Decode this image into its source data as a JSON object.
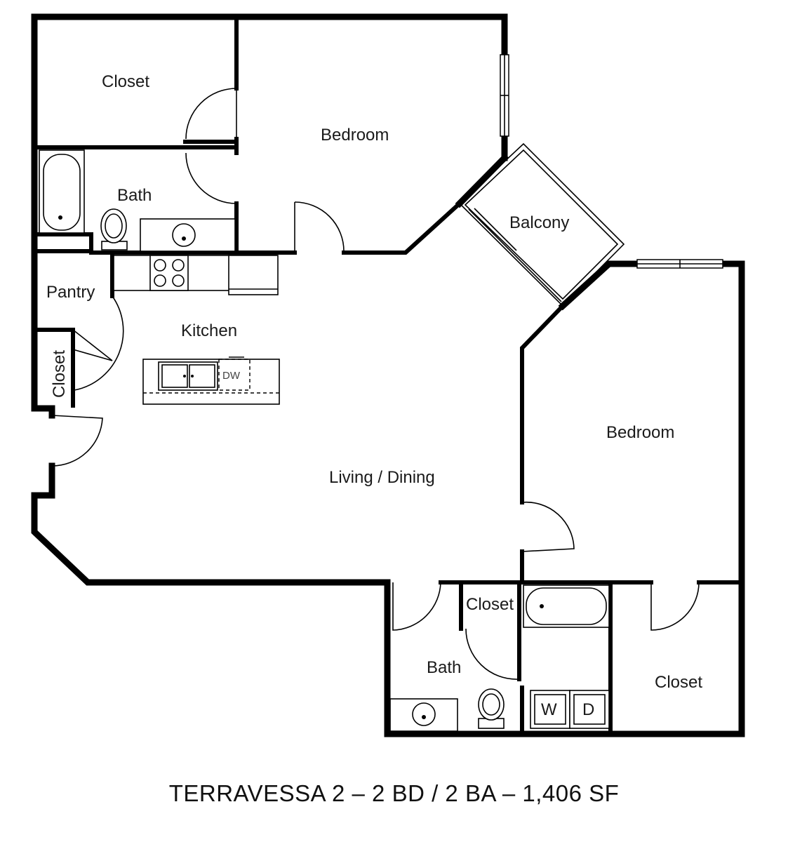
{
  "rooms": {
    "closet_top_left": "Closet",
    "bedroom_1": "Bedroom",
    "bath_1": "Bath",
    "balcony": "Balcony",
    "pantry": "Pantry",
    "kitchen": "Kitchen",
    "closet_hall": "Closet",
    "living_dining": "Living / Dining",
    "bedroom_2": "Bedroom",
    "closet_linen": "Closet",
    "bath_2": "Bath",
    "closet_bottom_right": "Closet"
  },
  "fixtures": {
    "dishwasher": "DW",
    "washer": "W",
    "dryer": "D"
  },
  "caption": "TERRAVESSA 2 – 2 BD / 2 BA – 1,406 SF"
}
